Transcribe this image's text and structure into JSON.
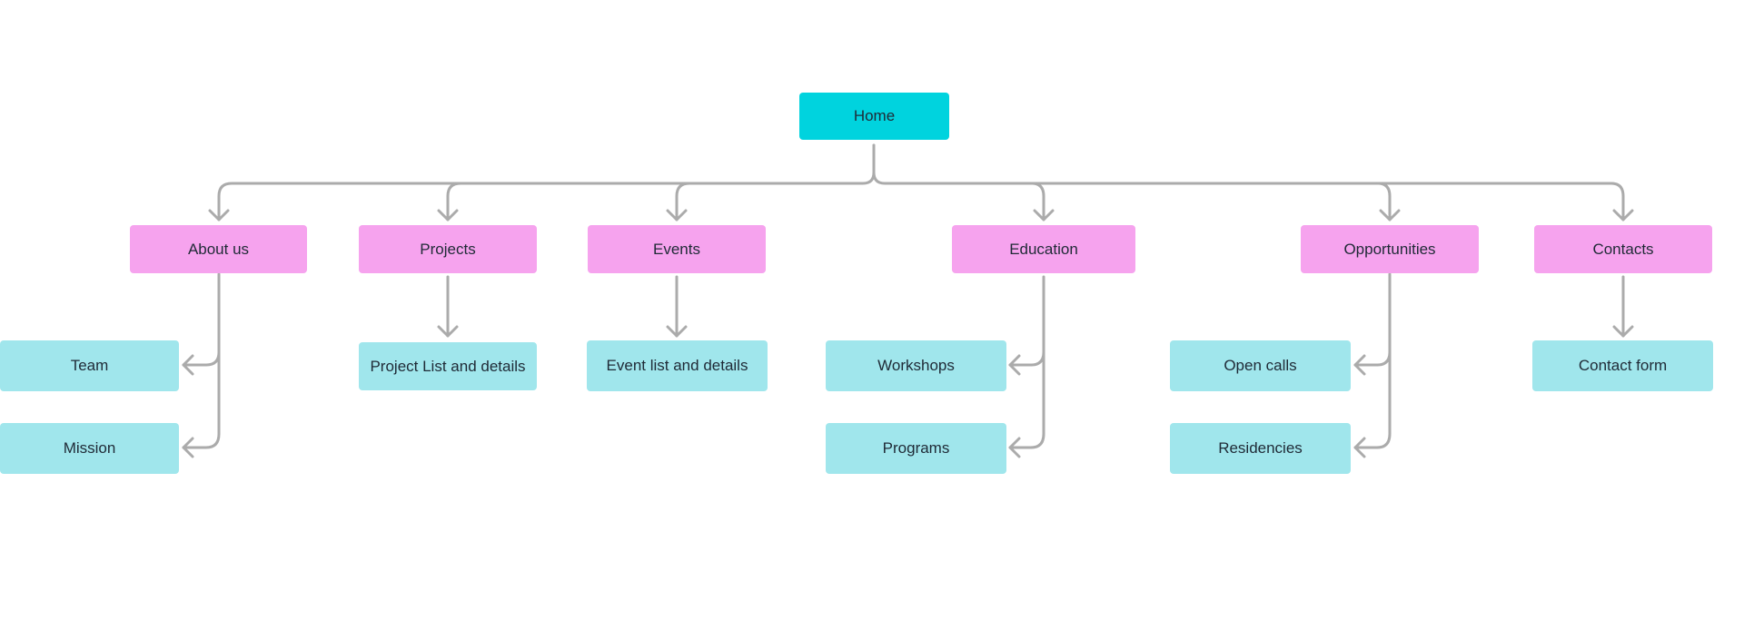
{
  "diagram": {
    "root": {
      "label": "Home"
    },
    "sections": [
      {
        "label": "About us",
        "children": [
          "Team",
          "Mission"
        ]
      },
      {
        "label": "Projects",
        "children": [
          "Project List and details"
        ]
      },
      {
        "label": "Events",
        "children": [
          "Event list and details"
        ]
      },
      {
        "label": "Education",
        "children": [
          "Workshops",
          "Programs"
        ]
      },
      {
        "label": "Opportunities",
        "children": [
          "Open calls",
          "Residencies"
        ]
      },
      {
        "label": "Contacts",
        "children": [
          "Contact form"
        ]
      }
    ],
    "colors": {
      "root": "#00d3de",
      "section": "#f6a3ee",
      "page": "#a0e6ec",
      "connector": "#ababab",
      "text": "#1f2a36"
    }
  }
}
